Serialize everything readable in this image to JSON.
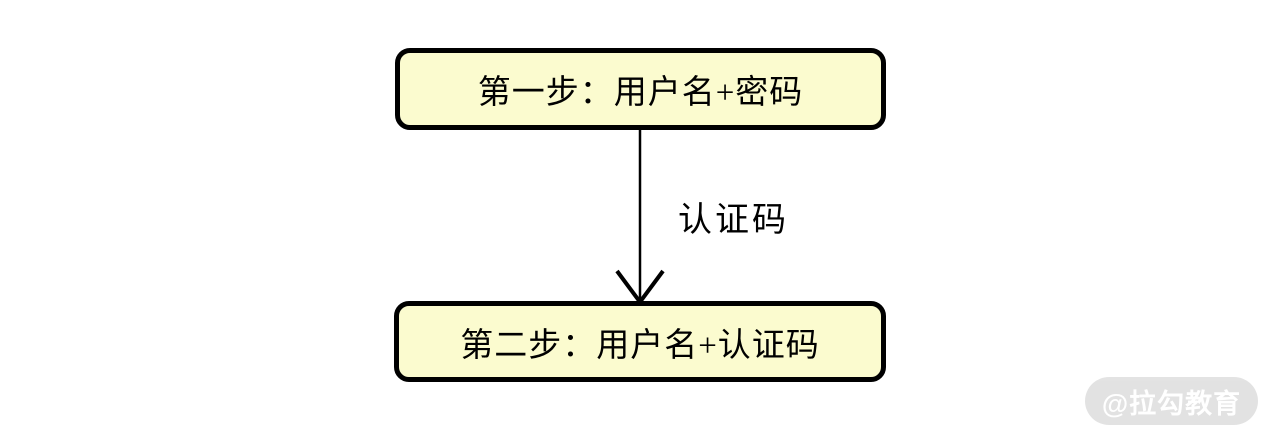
{
  "diagram": {
    "type": "flow",
    "nodes": [
      {
        "id": "step1",
        "label": "第一步：用户名+密码"
      },
      {
        "id": "step2",
        "label": "第二步：用户名+认证码"
      }
    ],
    "edges": [
      {
        "from": "step1",
        "to": "step2",
        "label": "认证码",
        "direction": "down",
        "arrowhead": "open-v"
      }
    ]
  },
  "watermark": {
    "label": "@拉勾教育"
  },
  "colors": {
    "background": "#FFFFFF",
    "node_fill": "#FBFBCF",
    "node_border": "#000000",
    "text": "#000000",
    "watermark_bg": "#DEDEDE",
    "watermark_text": "#FFFFFF"
  }
}
